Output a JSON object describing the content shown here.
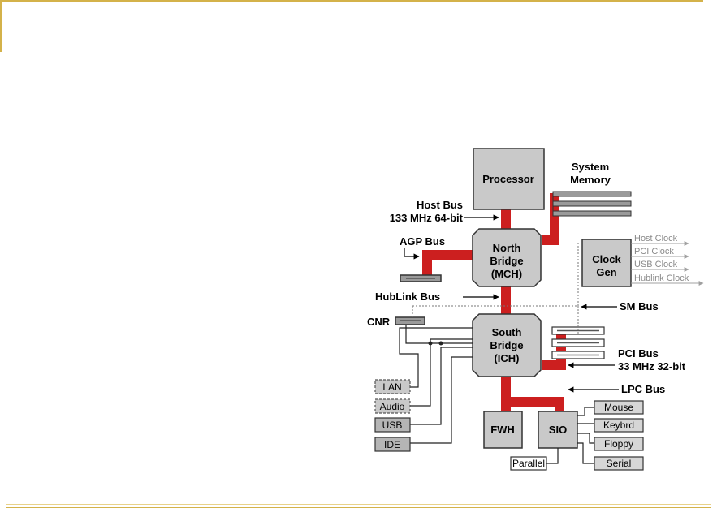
{
  "diagram": {
    "blocks": {
      "processor": "Processor",
      "memory": [
        "System",
        "Memory"
      ],
      "north": [
        "North",
        "Bridge",
        "(MCH)"
      ],
      "south": [
        "South",
        "Bridge",
        "(ICH)"
      ],
      "clock": [
        "Clock",
        "Gen"
      ],
      "fwh": "FWH",
      "sio": "SIO"
    },
    "bus_labels": {
      "host_bus": "Host Bus",
      "host_bus_spec": "133 MHz 64-bit",
      "agp_bus": "AGP Bus",
      "hublink_bus": "HubLink Bus",
      "sm_bus": "SM Bus",
      "pci_bus": "PCI Bus",
      "pci_bus_spec": "33 MHz 32-bit",
      "lpc_bus": "LPC Bus",
      "cnr": "CNR"
    },
    "clock_outputs": [
      "Host Clock",
      "PCI Clock",
      "USB Clock",
      "Hublink Clock"
    ],
    "ich_devices": [
      "LAN",
      "Audio",
      "USB",
      "IDE"
    ],
    "sio_devices": [
      "Mouse",
      "Keybrd",
      "Floppy",
      "Serial"
    ],
    "parallel": "Parallel",
    "colors": {
      "bus_red": "#cc1f1f",
      "chip_fill": "#c9c9c9",
      "chip_stroke": "#333333",
      "frame_gold": "#d4b24a",
      "clock_line_grey": "#a0a0a0"
    }
  }
}
